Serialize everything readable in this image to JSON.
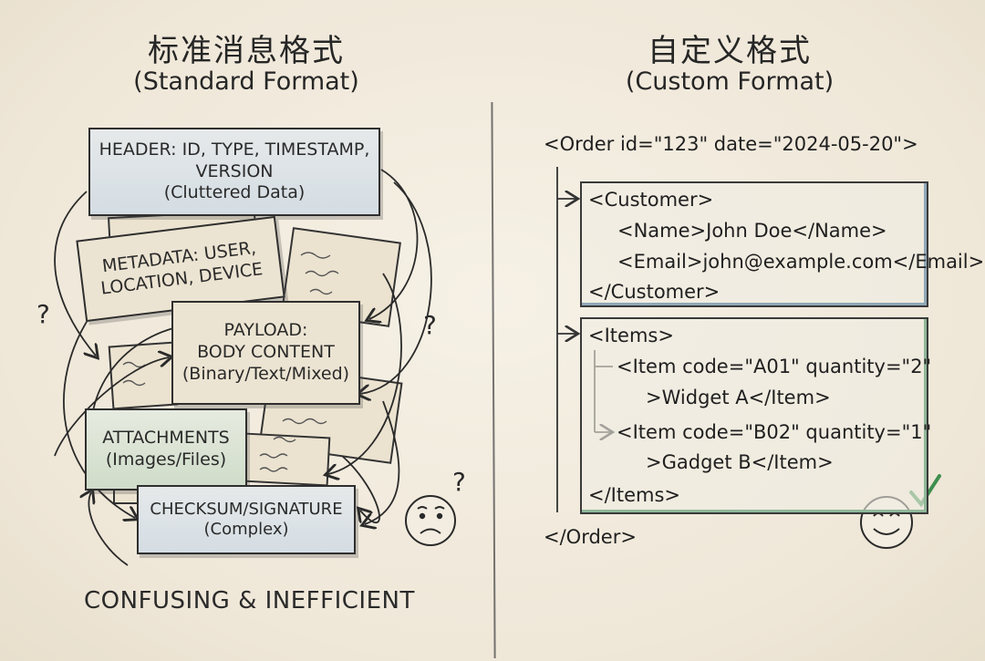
{
  "left": {
    "title_cn": "标准消息格式",
    "title_en": "(Standard Format)",
    "cards": {
      "header": [
        "HEADER: ID, TYPE, TIMESTAMP,",
        "VERSION",
        "(Cluttered Data)"
      ],
      "metadata": [
        "METADATA: USER,",
        "LOCATION, DEVICE"
      ],
      "payload": [
        "PAYLOAD:",
        "BODY CONTENT",
        "(Binary/Text/Mixed)"
      ],
      "attachments": [
        "ATTACHMENTS",
        "(Images/Files)"
      ],
      "checksum": [
        "CHECKSUM/SIGNATURE",
        "(Complex)"
      ]
    },
    "question_marks": [
      "?",
      "?",
      "?"
    ],
    "verdict": "CONFUSING & INEFFICIENT",
    "face": "sad"
  },
  "right": {
    "title_cn": "自定义格式",
    "title_en": "(Custom Format)",
    "code": {
      "order_open": "<Order id=\"123\" date=\"2024-05-20\">",
      "customer_open": "<Customer>",
      "name": "<Name>John Doe</Name>",
      "email": "<Email>john@example.com</Email>",
      "customer_close": "</Customer>",
      "items_open": "<Items>",
      "item1_a": "<Item code=\"A01\" quantity=\"2\"",
      "item1_b": ">Widget A</Item>",
      "item2_a": "<Item code=\"B02\" quantity=\"1\"",
      "item2_b": ">Gadget B</Item>",
      "items_close": "</Items>",
      "order_close": "</Order>"
    },
    "face": "happy",
    "check_icon": "checkmark-icon"
  },
  "colors": {
    "paper": "#f3ede1",
    "card_blue": "#d4dde3",
    "card_green": "#cfdcc9",
    "check_green": "#3f8f4f",
    "ink": "#2a2a2a"
  }
}
